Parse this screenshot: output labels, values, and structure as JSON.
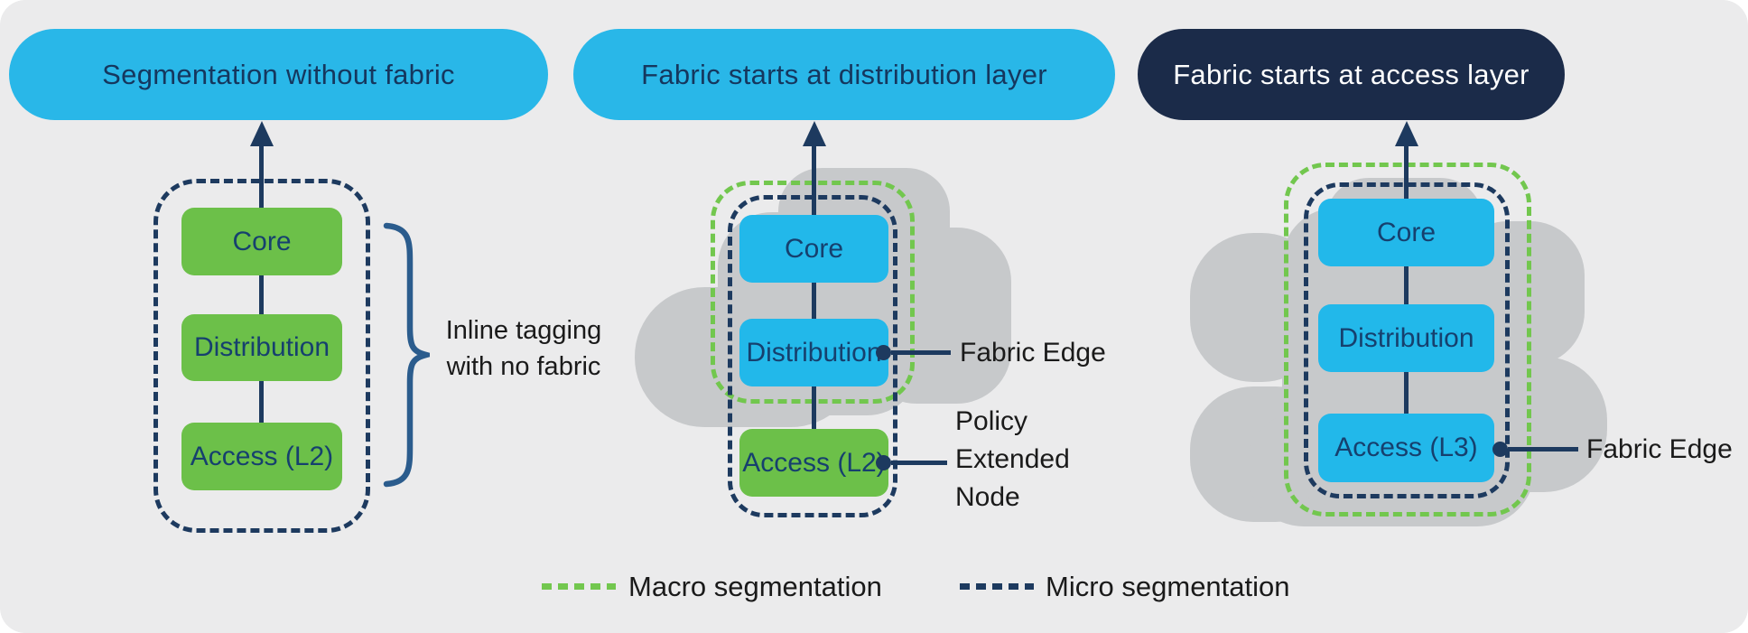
{
  "colors": {
    "panel_bg": "#ebebec",
    "pill_sky": "#29b7e8",
    "pill_navy": "#1b2b49",
    "box_green": "#6cc049",
    "box_sky": "#22b8ea",
    "dash_macro_green": "#72c74e",
    "dash_micro_navy": "#1d3a5f",
    "cloud_gray": "#c7c9cb",
    "box_label_navy": "#16406e",
    "annotation_black": "#1a1a1a",
    "brace_blue": "#2b5c8d"
  },
  "columns": [
    {
      "header": {
        "label": "Segmentation without fabric",
        "variant": "sky"
      },
      "layers": [
        {
          "label": "Core",
          "variant": "green"
        },
        {
          "label": "Distribution",
          "variant": "green"
        },
        {
          "label": "Access (L2)",
          "variant": "green"
        }
      ],
      "outlines": [
        "micro"
      ],
      "cloud": false,
      "annotation": {
        "lines": [
          "Inline tagging",
          "with no fabric"
        ]
      },
      "callouts": []
    },
    {
      "header": {
        "label": "Fabric starts at distribution layer",
        "variant": "sky"
      },
      "layers": [
        {
          "label": "Core",
          "variant": "sky"
        },
        {
          "label": "Distribution",
          "variant": "sky"
        },
        {
          "label": "Access (L2)",
          "variant": "green"
        }
      ],
      "outlines": [
        "macro",
        "micro"
      ],
      "cloud": true,
      "callouts": [
        {
          "target": "Distribution",
          "lines": [
            "Fabric Edge"
          ]
        },
        {
          "target": "Access (L2)",
          "lines": [
            "Policy",
            "Extended",
            "Node"
          ]
        }
      ]
    },
    {
      "header": {
        "label": "Fabric starts at access layer",
        "variant": "navy"
      },
      "layers": [
        {
          "label": "Core",
          "variant": "sky"
        },
        {
          "label": "Distribution",
          "variant": "sky"
        },
        {
          "label": "Access (L3)",
          "variant": "sky"
        }
      ],
      "outlines": [
        "macro",
        "micro"
      ],
      "cloud": true,
      "callouts": [
        {
          "target": "Access (L3)",
          "lines": [
            "Fabric Edge"
          ]
        }
      ]
    }
  ],
  "legend": {
    "items": [
      {
        "label": "Macro segmentation",
        "color": "green"
      },
      {
        "label": "Micro segmentation",
        "color": "navy"
      }
    ]
  }
}
